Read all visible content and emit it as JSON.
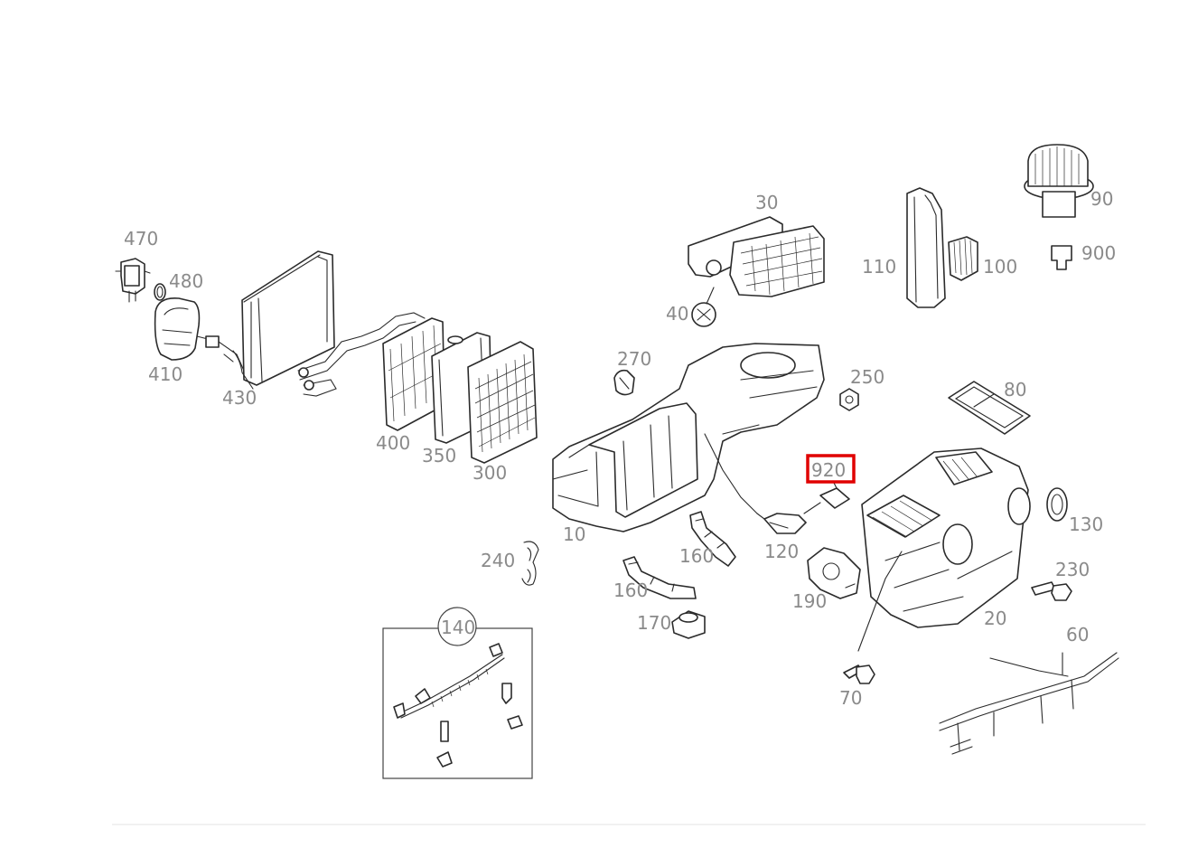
{
  "diagram": {
    "highlight_color": "#e00000",
    "highlighted_part": "920",
    "parts": [
      {
        "id": "p470",
        "label": "470"
      },
      {
        "id": "p480",
        "label": "480"
      },
      {
        "id": "p410",
        "label": "410"
      },
      {
        "id": "p430",
        "label": "430"
      },
      {
        "id": "p400",
        "label": "400"
      },
      {
        "id": "p350",
        "label": "350"
      },
      {
        "id": "p300",
        "label": "300"
      },
      {
        "id": "p30",
        "label": "30"
      },
      {
        "id": "p40",
        "label": "40"
      },
      {
        "id": "p110",
        "label": "110"
      },
      {
        "id": "p100",
        "label": "100"
      },
      {
        "id": "p90",
        "label": "90"
      },
      {
        "id": "p900",
        "label": "900"
      },
      {
        "id": "p270",
        "label": "270"
      },
      {
        "id": "p250",
        "label": "250"
      },
      {
        "id": "p80",
        "label": "80"
      },
      {
        "id": "p920",
        "label": "920"
      },
      {
        "id": "p10",
        "label": "10"
      },
      {
        "id": "p120",
        "label": "120"
      },
      {
        "id": "p130",
        "label": "130"
      },
      {
        "id": "p240",
        "label": "240"
      },
      {
        "id": "p160a",
        "label": "160"
      },
      {
        "id": "p160b",
        "label": "160"
      },
      {
        "id": "p190",
        "label": "190"
      },
      {
        "id": "p230",
        "label": "230"
      },
      {
        "id": "p20",
        "label": "20"
      },
      {
        "id": "p170",
        "label": "170"
      },
      {
        "id": "p140",
        "label": "140"
      },
      {
        "id": "p60",
        "label": "60"
      },
      {
        "id": "p70",
        "label": "70"
      }
    ]
  }
}
